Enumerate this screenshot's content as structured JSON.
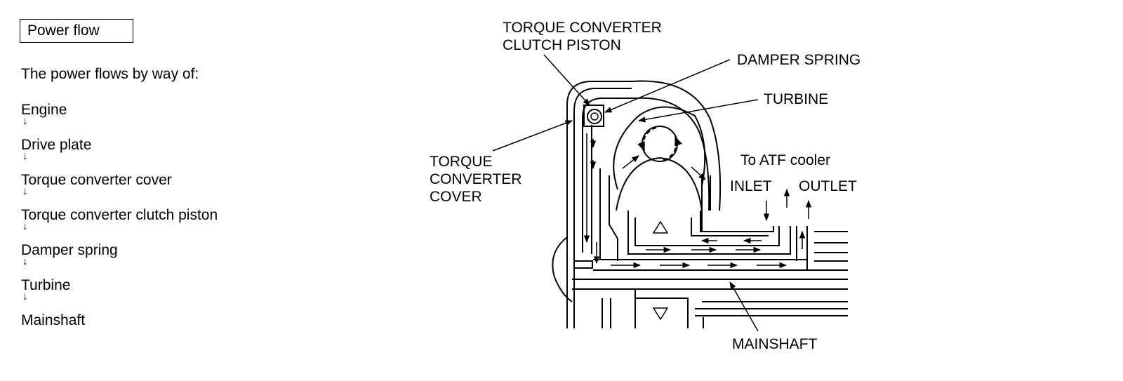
{
  "text_panel": {
    "box_title": "Power flow",
    "intro": "The power flows by way of:",
    "steps": [
      "Engine",
      "Drive plate",
      "Torque converter cover",
      "Torque converter clutch piston",
      "Damper spring",
      "Turbine",
      "Mainshaft"
    ],
    "arrow_glyph": "↓"
  },
  "diagram": {
    "labels": {
      "clutch_piston_line1": "TORQUE CONVERTER",
      "clutch_piston_line2": "CLUTCH PISTON",
      "damper_spring": "DAMPER SPRING",
      "turbine": "TURBINE",
      "cover_line1": "TORQUE",
      "cover_line2": "CONVERTER",
      "cover_line3": "COVER",
      "atf_cooler": "To ATF cooler",
      "inlet": "INLET",
      "outlet": "OUTLET",
      "mainshaft": "MAINSHAFT"
    }
  }
}
